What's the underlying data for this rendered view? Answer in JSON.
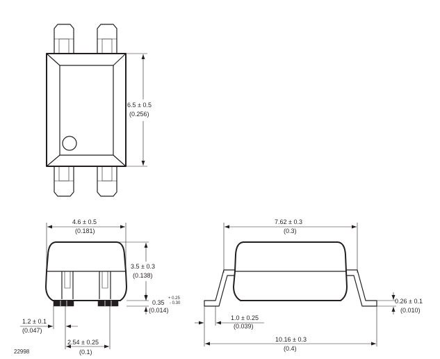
{
  "drawing_id": "22998",
  "top_view": {
    "height_dim": "6.5 ± 0.5",
    "height_dim_inch": "(0.256)"
  },
  "front_view": {
    "width_dim": "4.6 ± 0.5",
    "width_dim_inch": "(0.181)",
    "body_height_dim": "3.5 ± 0.3",
    "body_height_dim_inch": "(0.138)",
    "standoff_dim": "0.35",
    "standoff_tol_plus": "+ 0.25",
    "standoff_tol_minus": "- 0.30",
    "standoff_dim_inch": "(0.014)",
    "lead_width_dim": "1.2 ± 0.1",
    "lead_width_dim_inch": "(0.047)",
    "pitch_dim": "2.54 ± 0.25",
    "pitch_dim_inch": "(0.1)"
  },
  "side_view": {
    "row_spacing_dim": "7.62 ± 0.3",
    "row_spacing_dim_inch": "(0.3)",
    "lead_thickness_dim": "0.26 ± 0.1",
    "lead_thickness_dim_inch": "(0.010)",
    "foot_length_dim": "1.0 ± 0.25",
    "foot_length_dim_inch": "(0.039)",
    "overall_width_dim": "10.16 ± 0.3",
    "overall_width_dim_inch": "(0.4)"
  }
}
